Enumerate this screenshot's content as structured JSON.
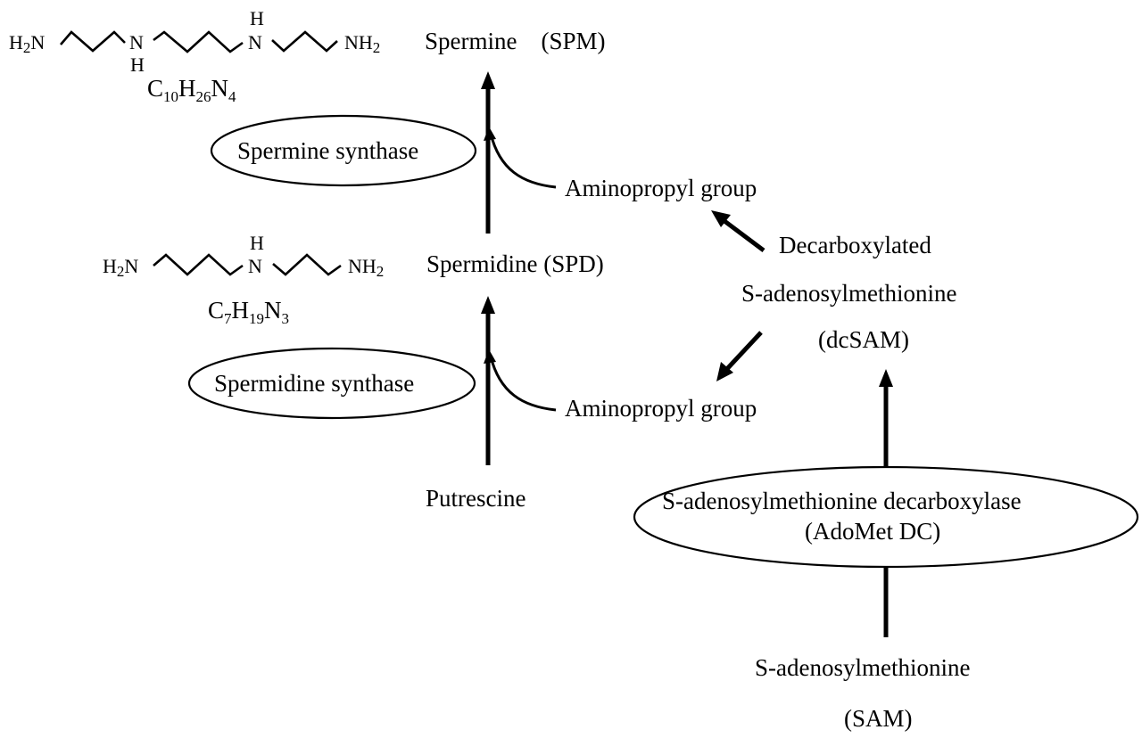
{
  "diagram": {
    "title": "Polyamine biosynthesis pathway",
    "compounds": {
      "spermine": {
        "label": "Spermine　(SPM)",
        "formula": {
          "parts": [
            "C",
            "10",
            "H",
            "26",
            "N",
            "4"
          ]
        }
      },
      "spermidine": {
        "label": "Spermidine (SPD)",
        "formula": {
          "parts": [
            "C",
            "7",
            "H",
            "19",
            "N",
            "3"
          ]
        }
      },
      "putrescine": {
        "label": "Putrescine"
      },
      "dcsam": {
        "line1": "Decarboxylated",
        "line2": "S-adenosylmethionine",
        "line3": "(dcSAM)"
      },
      "sam": {
        "line1": "S-adenosylmethionine",
        "line2": "(SAM)"
      }
    },
    "enzymes": {
      "spermine_synthase": {
        "label": "Spermine synthase"
      },
      "spermidine_synthase": {
        "label": "Spermidine synthase"
      },
      "adomet_dc": {
        "line1": "S-adenosylmethionine decarboxylase",
        "line2": "(AdoMet DC)"
      }
    },
    "donors": {
      "aminopropyl_top": {
        "label": "Aminopropyl group"
      },
      "aminopropyl_bottom": {
        "label": "Aminopropyl group"
      }
    },
    "structures": {
      "spermine": {
        "h2n": "H",
        "h2n_sub": "2",
        "h2n_n": "N",
        "n1": "N",
        "n1_h": "H",
        "n2": "N",
        "n2_h": "H",
        "nh2_n": "NH",
        "nh2_sub": "2"
      },
      "spermidine": {
        "h2n": "H",
        "h2n_sub": "2",
        "h2n_n": "N",
        "n1": "N",
        "n1_h": "H",
        "nh2_n": "NH",
        "nh2_sub": "2"
      }
    }
  }
}
